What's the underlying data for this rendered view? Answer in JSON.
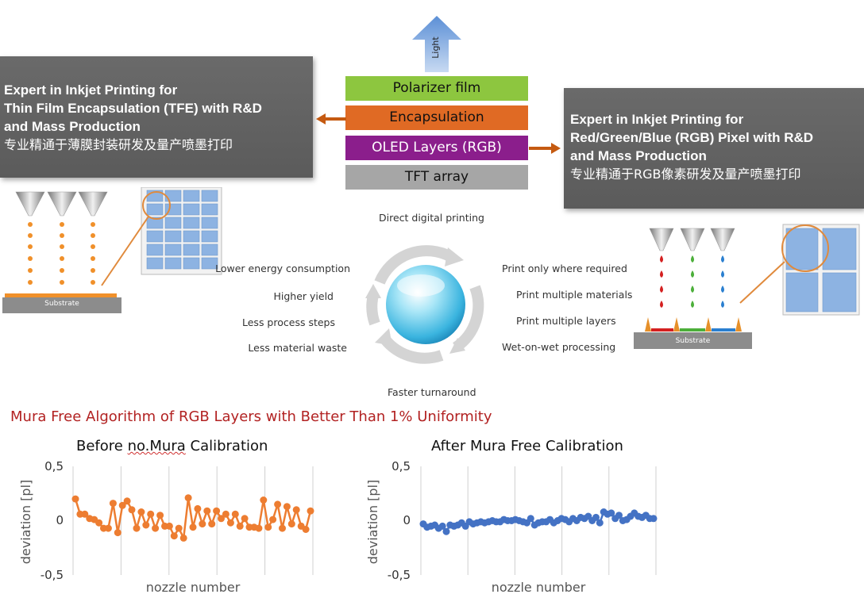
{
  "light_label": "Light",
  "stack_layers": [
    {
      "label": "Polarizer film",
      "color": "#8dc63f",
      "text_color": "#111111"
    },
    {
      "label": "Encapsulation",
      "color": "#e06a24",
      "text_color": "#111111"
    },
    {
      "label": "OLED Layers (RGB)",
      "color": "#8b1e8c",
      "text_color": "#ffffff"
    },
    {
      "label": "TFT array",
      "color": "#a6a6a6",
      "text_color": "#111111"
    }
  ],
  "left_box": {
    "line1": "Expert in Inkjet Printing for",
    "line2": "Thin Film Encapsulation (TFE) with R&D",
    "line3": "and Mass Production",
    "line4": "专业精通于薄膜封装研发及量产喷墨打印"
  },
  "right_box": {
    "line1": "Expert in Inkjet Printing for",
    "line2": "Red/Green/Blue (RGB) Pixel with R&D",
    "line3": "and Mass Production",
    "line4": "专业精通于RGB像素研发及量产喷墨打印"
  },
  "substrate_label": "Substrate",
  "benefits": {
    "top": "Direct digital printing",
    "bottom": "Faster turnaround",
    "left": [
      "Lower energy consumption",
      "Higher yield",
      "Less process steps",
      "Less material waste"
    ],
    "right": [
      "Print only where required",
      "Print multiple materials",
      "Print multiple layers",
      "Wet-on-wet processing"
    ]
  },
  "section_title": "Mura Free Algorithm of RGB Layers with Better Than 1% Uniformity",
  "colors": {
    "accent_red": "#b22222",
    "orange": "#ed7d31",
    "blue": "#4472c4",
    "pixel_blue": "#8db3e2",
    "arrow_orange": "#c55a11"
  },
  "chart_data": [
    {
      "type": "line",
      "title_prefix": "Before ",
      "title_underlined": "no.Mura",
      "title_suffix": " Calibration",
      "xlabel": "nozzle number",
      "ylabel": "deviation [pl]",
      "ylim": [
        -0.5,
        0.5
      ],
      "yticks": [
        "0,5",
        "0",
        "-0,5"
      ],
      "grid": "vertical",
      "color": "#ed7d31",
      "values": [
        0.2,
        0.06,
        0.06,
        0.02,
        0.01,
        -0.02,
        -0.07,
        -0.07,
        0.16,
        -0.11,
        0.14,
        0.18,
        0.1,
        -0.07,
        0.08,
        -0.04,
        0.06,
        -0.07,
        0.05,
        -0.05,
        -0.05,
        -0.14,
        -0.07,
        -0.16,
        0.21,
        -0.06,
        0.11,
        -0.03,
        0.09,
        -0.03,
        0.09,
        0.02,
        0.06,
        -0.02,
        0.06,
        -0.05,
        0.02,
        -0.06,
        -0.06,
        -0.07,
        0.19,
        -0.06,
        0.01,
        0.15,
        -0.07,
        0.13,
        -0.03,
        0.1,
        -0.05,
        -0.08,
        0.09
      ]
    },
    {
      "type": "line",
      "title": "After Mura Free Calibration",
      "xlabel": "nozzle number",
      "ylabel": "deviation [pl]",
      "ylim": [
        -0.5,
        0.5
      ],
      "yticks": [
        "0,5",
        "0",
        "-0,5"
      ],
      "grid": "vertical",
      "color": "#4472c4",
      "values": [
        -0.03,
        -0.06,
        -0.05,
        -0.04,
        -0.07,
        -0.05,
        -0.1,
        -0.04,
        -0.05,
        -0.04,
        -0.02,
        -0.05,
        -0.01,
        -0.03,
        -0.02,
        -0.01,
        -0.02,
        -0.01,
        0.0,
        -0.01,
        -0.01,
        0.01,
        0.0,
        0.0,
        0.01,
        0.0,
        -0.01,
        -0.02,
        0.02,
        -0.04,
        -0.02,
        -0.01,
        -0.01,
        0.01,
        -0.02,
        0.0,
        0.02,
        0.01,
        -0.01,
        0.02,
        0.0,
        0.03,
        0.02,
        0.04,
        0.0,
        0.03,
        -0.02,
        0.08,
        0.06,
        0.07,
        0.02,
        0.05,
        0.0,
        0.01,
        0.04,
        0.07,
        0.04,
        0.03,
        0.05,
        0.02,
        0.02
      ]
    }
  ]
}
